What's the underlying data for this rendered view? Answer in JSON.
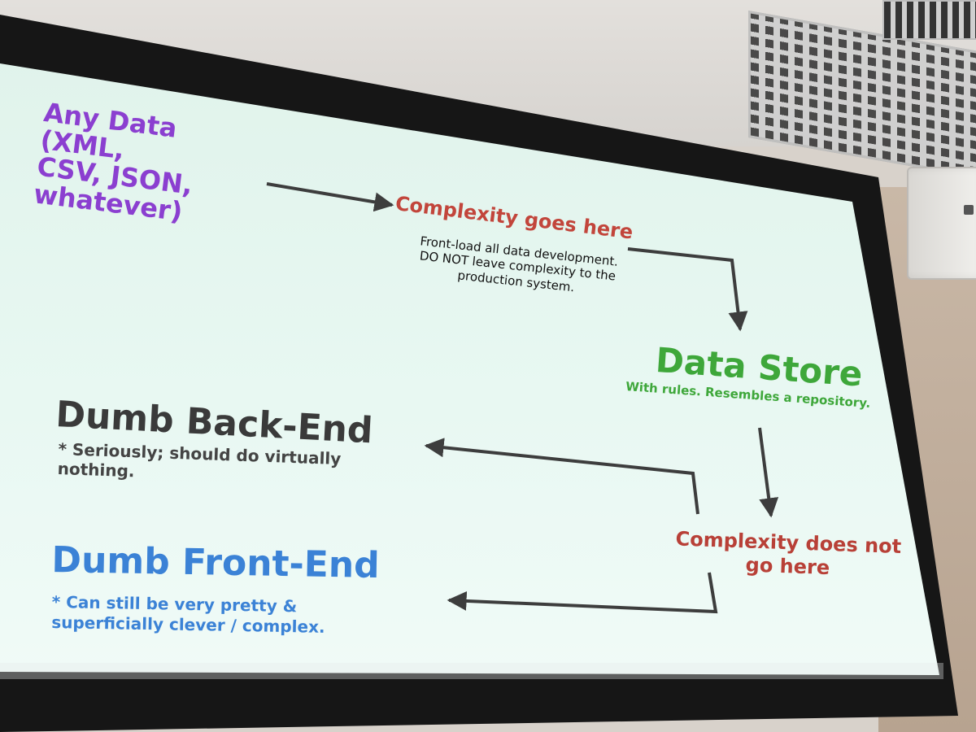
{
  "slide": {
    "any_data": "Any Data (XML,\nCSV, JSON,\nwhatever)",
    "complexity_goes_here": "Complexity goes here",
    "frontload_note": "Front-load all data development.\nDO NOT leave complexity to the\nproduction system.",
    "data_store": "Data Store",
    "data_store_sub": "With rules. Resembles a repository.",
    "dumb_back_end": "Dumb Back-End",
    "dumb_back_end_note": "* Seriously; should do virtually\nnothing.",
    "complexity_does_not": "Complexity does not\ngo here",
    "dumb_front_end": "Dumb Front-End",
    "dumb_front_end_note": "* Can still be very pretty &\nsuperficially clever / complex."
  },
  "colors": {
    "purple": "#8b3fd0",
    "red": "#c2453b",
    "green": "#3ea73a",
    "dark_gray": "#3a3a3a",
    "blue": "#3b82d6",
    "arrow": "#3d3d3d"
  }
}
